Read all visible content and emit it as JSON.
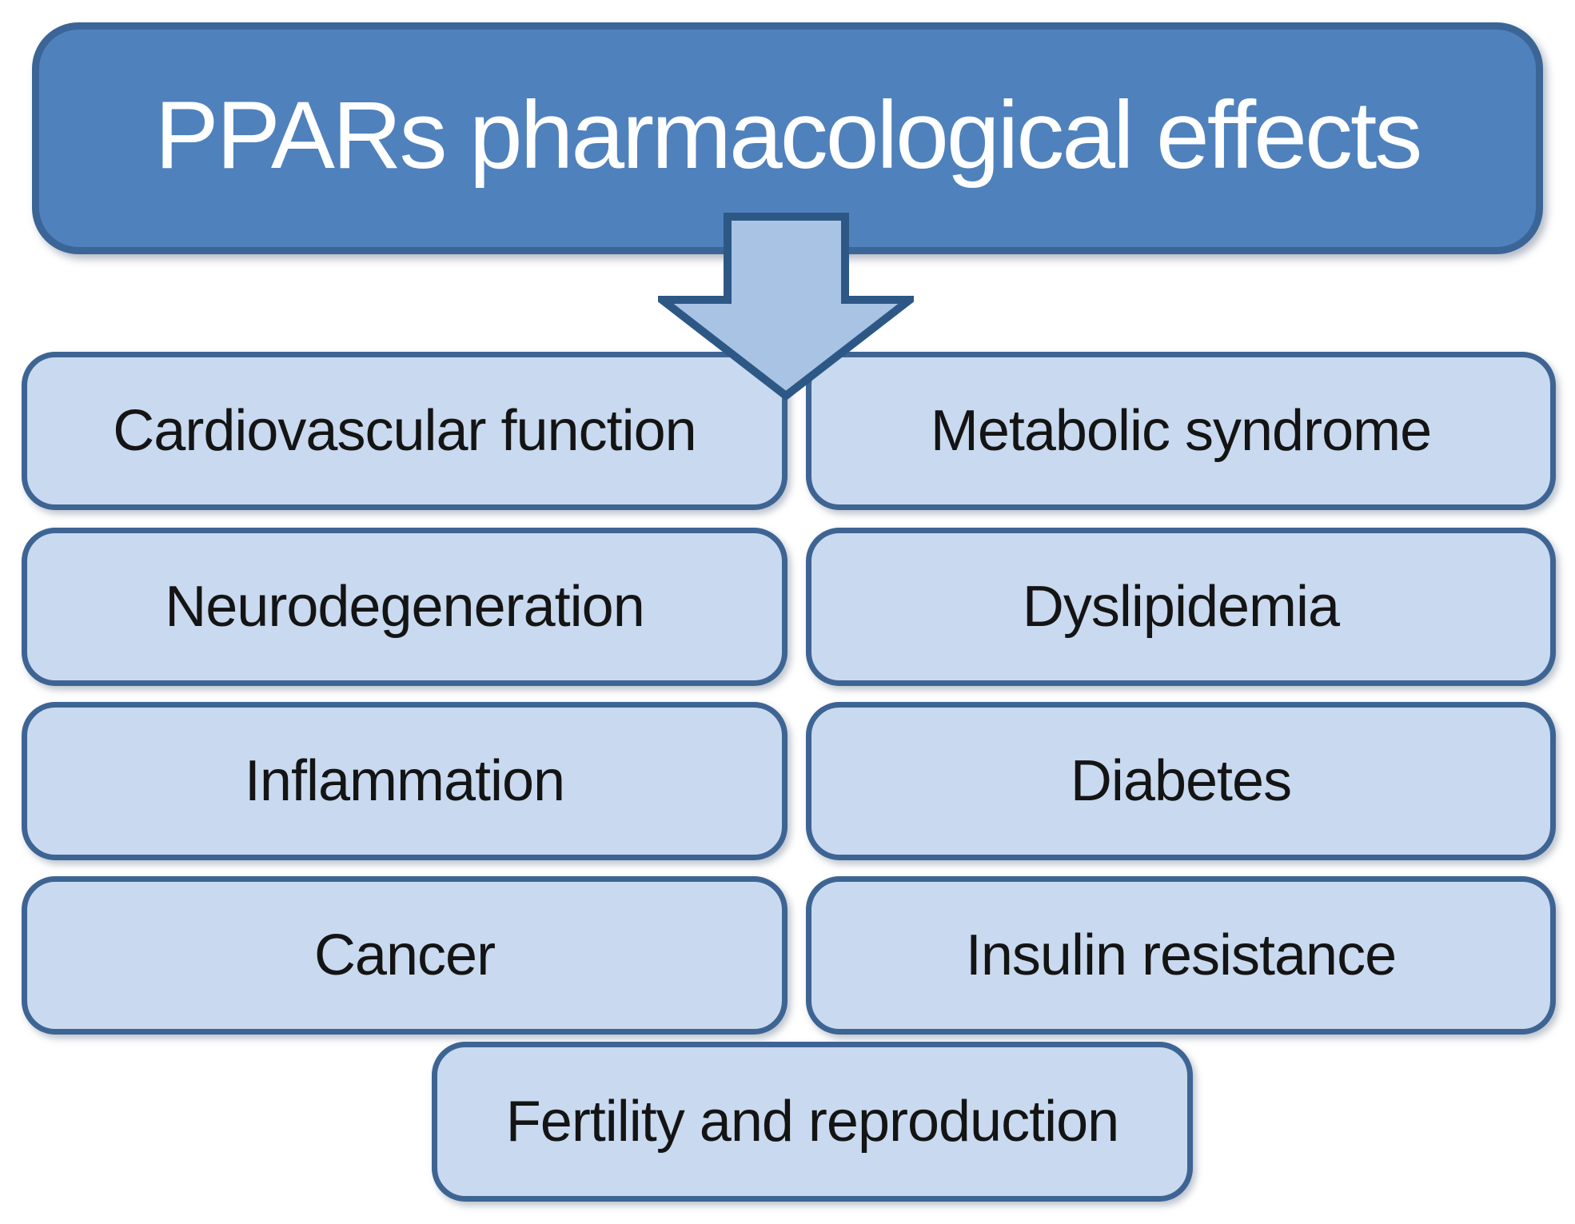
{
  "diagram": {
    "title": "PPARs pharmacological effects",
    "boxes": [
      {
        "label": "Cardiovascular function"
      },
      {
        "label": "Metabolic syndrome"
      },
      {
        "label": "Neurodegeneration"
      },
      {
        "label": "Dyslipidemia"
      },
      {
        "label": "Inflammation"
      },
      {
        "label": "Diabetes"
      },
      {
        "label": "Cancer"
      },
      {
        "label": "Insulin resistance"
      },
      {
        "label": "Fertility and reproduction"
      }
    ],
    "icons": {
      "arrow": "down-arrow-icon"
    },
    "colors": {
      "page_bg": "#ffffff",
      "header_fill": "#4f81bd",
      "header_border": "#3a6596",
      "title_text": "#ffffff",
      "box_fill": "#c9d9ef",
      "box_border": "#3d6493",
      "box_text": "#141414",
      "arrow_fill": "#a8c3e4",
      "arrow_border": "#2d5886"
    }
  }
}
